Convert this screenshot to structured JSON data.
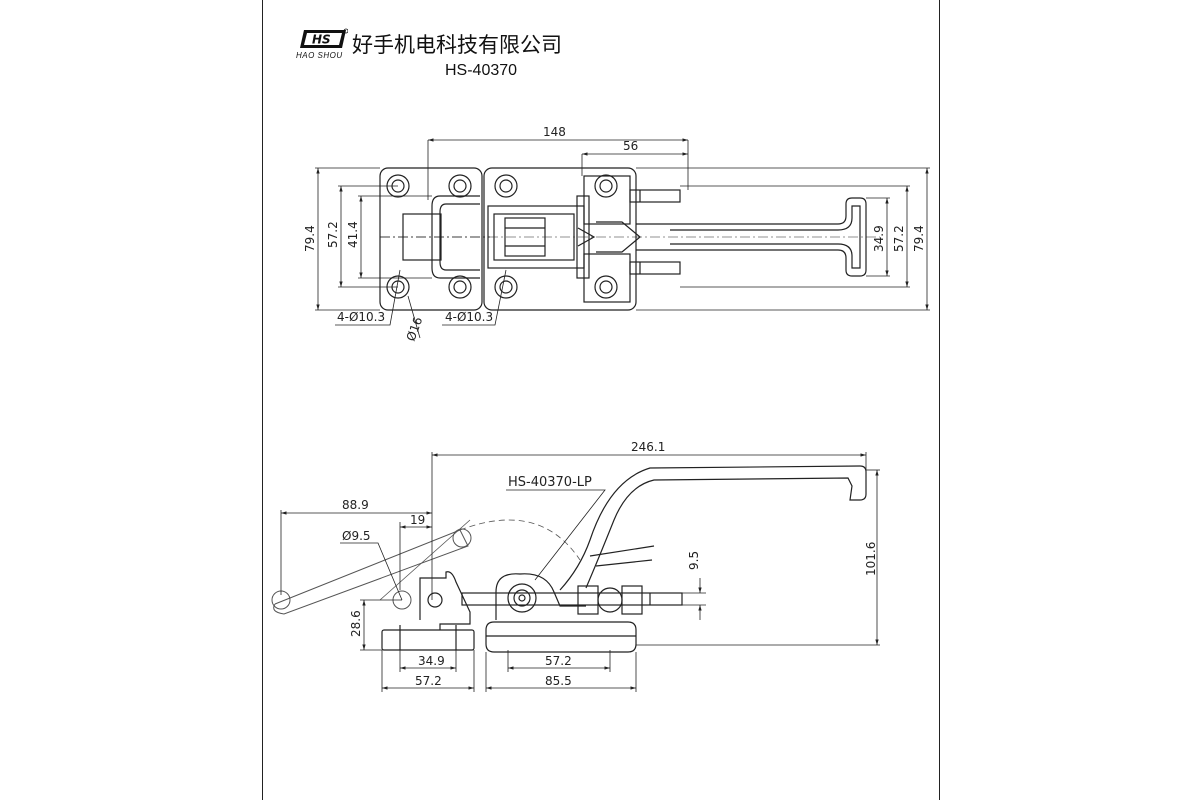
{
  "header": {
    "company": "好手机电科技有限公司",
    "logo_text": "HS",
    "brand": "HAO SHOU",
    "model": "HS-40370"
  },
  "callout": "HS-40370-LP",
  "top_view_dims": {
    "overall_width": "148",
    "nut_span": "56",
    "height_left_outer": "79.4",
    "height_left_inner": "57.2",
    "height_left_slot": "41.4",
    "height_right_inner": "34.9",
    "height_right_mid": "57.2",
    "height_right_outer": "79.4",
    "holes_left": "4-Ø10.3",
    "holes_right": "4-Ø10.3",
    "hole_dia": "Ø16"
  },
  "side_view_dims": {
    "overall_length": "246.1",
    "hook_reach": "88.9",
    "hook_offset": "19",
    "pin_dia": "Ø9.5",
    "base_height": "28.6",
    "handle_height": "101.6",
    "stud_height": "9.5",
    "base_left_inner": "34.9",
    "base_left_outer": "57.2",
    "base_right_inner": "57.2",
    "base_right_outer": "85.5"
  }
}
